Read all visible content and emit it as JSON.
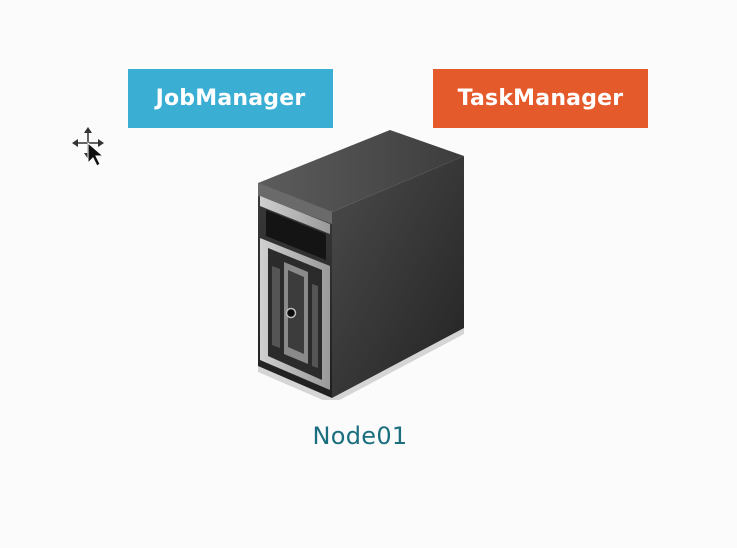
{
  "diagram": {
    "roles": [
      {
        "label": "JobManager",
        "color": "#3aaed3"
      },
      {
        "label": "TaskManager",
        "color": "#e55a2b"
      }
    ],
    "node": {
      "label": "Node01",
      "icon": "server-tower-icon"
    }
  },
  "cursor": {
    "icon": "move-cursor-icon"
  }
}
